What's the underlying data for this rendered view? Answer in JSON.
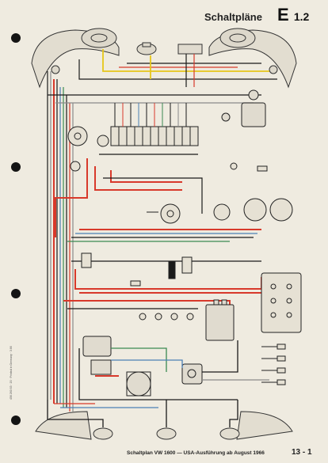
{
  "header": {
    "title": "Schaltpläne",
    "code": "E",
    "code_number": "1.2"
  },
  "footer": {
    "title": "Schaltplan VW 1600 — USA-Ausführung ab August 1966",
    "page": "13 - 1"
  },
  "side_note": "456 260 63 · 20 · Printed in Germany · 3.66",
  "colors": {
    "paper": "#efebe0",
    "wire_black": "#1a1a1a",
    "wire_red": "#d8392b",
    "wire_yellow": "#e6c619",
    "wire_blue": "#4a7fb5",
    "wire_green": "#3a8a52",
    "wire_grey": "#8a8a8a"
  }
}
